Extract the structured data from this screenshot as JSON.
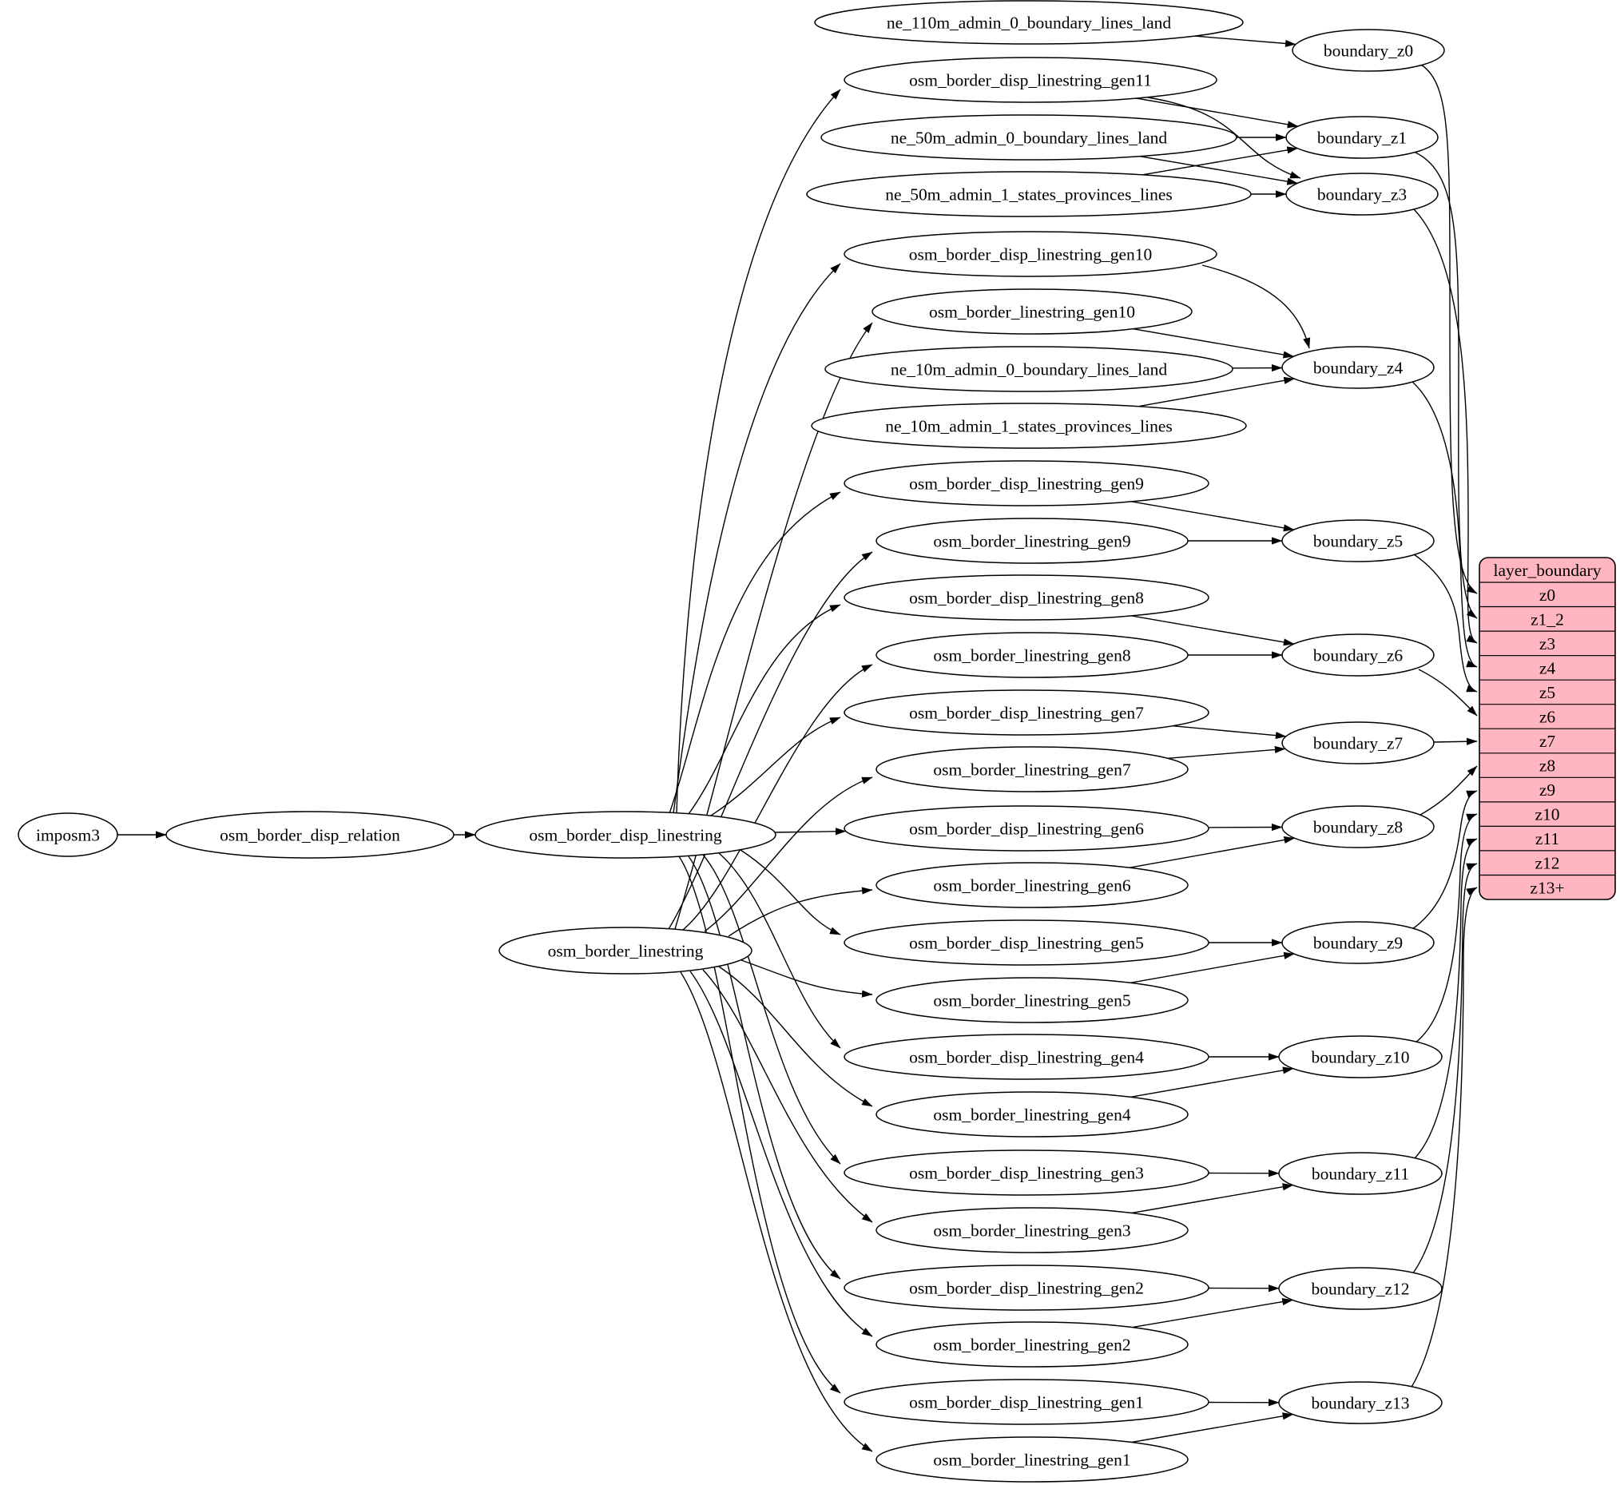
{
  "diagram": {
    "type": "dependency-graph",
    "background": "#ffffff",
    "edge_color": "#000000",
    "node_fill": "#ffffff",
    "node_stroke": "#000000",
    "nodes": [
      {
        "id": "imposm3",
        "label": "imposm3"
      },
      {
        "id": "osm_border_disp_relation",
        "label": "osm_border_disp_relation"
      },
      {
        "id": "osm_border_disp_linestring",
        "label": "osm_border_disp_linestring"
      },
      {
        "id": "osm_border_linestring",
        "label": "osm_border_linestring"
      },
      {
        "id": "ne_110m_admin_0_boundary_lines_land",
        "label": "ne_110m_admin_0_boundary_lines_land"
      },
      {
        "id": "osm_border_disp_linestring_gen11",
        "label": "osm_border_disp_linestring_gen11"
      },
      {
        "id": "ne_50m_admin_0_boundary_lines_land",
        "label": "ne_50m_admin_0_boundary_lines_land"
      },
      {
        "id": "ne_50m_admin_1_states_provinces_lines",
        "label": "ne_50m_admin_1_states_provinces_lines"
      },
      {
        "id": "osm_border_disp_linestring_gen10",
        "label": "osm_border_disp_linestring_gen10"
      },
      {
        "id": "osm_border_linestring_gen10",
        "label": "osm_border_linestring_gen10"
      },
      {
        "id": "ne_10m_admin_0_boundary_lines_land",
        "label": "ne_10m_admin_0_boundary_lines_land"
      },
      {
        "id": "ne_10m_admin_1_states_provinces_lines",
        "label": "ne_10m_admin_1_states_provinces_lines"
      },
      {
        "id": "osm_border_disp_linestring_gen9",
        "label": "osm_border_disp_linestring_gen9"
      },
      {
        "id": "osm_border_linestring_gen9",
        "label": "osm_border_linestring_gen9"
      },
      {
        "id": "osm_border_disp_linestring_gen8",
        "label": "osm_border_disp_linestring_gen8"
      },
      {
        "id": "osm_border_linestring_gen8",
        "label": "osm_border_linestring_gen8"
      },
      {
        "id": "osm_border_disp_linestring_gen7",
        "label": "osm_border_disp_linestring_gen7"
      },
      {
        "id": "osm_border_linestring_gen7",
        "label": "osm_border_linestring_gen7"
      },
      {
        "id": "osm_border_disp_linestring_gen6",
        "label": "osm_border_disp_linestring_gen6"
      },
      {
        "id": "osm_border_linestring_gen6",
        "label": "osm_border_linestring_gen6"
      },
      {
        "id": "osm_border_disp_linestring_gen5",
        "label": "osm_border_disp_linestring_gen5"
      },
      {
        "id": "osm_border_linestring_gen5",
        "label": "osm_border_linestring_gen5"
      },
      {
        "id": "osm_border_disp_linestring_gen4",
        "label": "osm_border_disp_linestring_gen4"
      },
      {
        "id": "osm_border_linestring_gen4",
        "label": "osm_border_linestring_gen4"
      },
      {
        "id": "osm_border_disp_linestring_gen3",
        "label": "osm_border_disp_linestring_gen3"
      },
      {
        "id": "osm_border_linestring_gen3",
        "label": "osm_border_linestring_gen3"
      },
      {
        "id": "osm_border_disp_linestring_gen2",
        "label": "osm_border_disp_linestring_gen2"
      },
      {
        "id": "osm_border_linestring_gen2",
        "label": "osm_border_linestring_gen2"
      },
      {
        "id": "osm_border_disp_linestring_gen1",
        "label": "osm_border_disp_linestring_gen1"
      },
      {
        "id": "osm_border_linestring_gen1",
        "label": "osm_border_linestring_gen1"
      },
      {
        "id": "boundary_z0",
        "label": "boundary_z0"
      },
      {
        "id": "boundary_z1",
        "label": "boundary_z1"
      },
      {
        "id": "boundary_z3",
        "label": "boundary_z3"
      },
      {
        "id": "boundary_z4",
        "label": "boundary_z4"
      },
      {
        "id": "boundary_z5",
        "label": "boundary_z5"
      },
      {
        "id": "boundary_z6",
        "label": "boundary_z6"
      },
      {
        "id": "boundary_z7",
        "label": "boundary_z7"
      },
      {
        "id": "boundary_z8",
        "label": "boundary_z8"
      },
      {
        "id": "boundary_z9",
        "label": "boundary_z9"
      },
      {
        "id": "boundary_z10",
        "label": "boundary_z10"
      },
      {
        "id": "boundary_z11",
        "label": "boundary_z11"
      },
      {
        "id": "boundary_z12",
        "label": "boundary_z12"
      },
      {
        "id": "boundary_z13",
        "label": "boundary_z13"
      }
    ],
    "table": {
      "id": "layer_boundary",
      "title": "layer_boundary",
      "fill": "#ffb6c1",
      "stroke": "#000000",
      "rows": [
        "z0",
        "z1_2",
        "z3",
        "z4",
        "z5",
        "z6",
        "z7",
        "z8",
        "z9",
        "z10",
        "z11",
        "z12",
        "z13+"
      ]
    },
    "edges": [
      {
        "from": "imposm3",
        "to": "osm_border_disp_relation"
      },
      {
        "from": "osm_border_disp_relation",
        "to": "osm_border_disp_linestring"
      },
      {
        "from": "osm_border_disp_linestring",
        "to": "osm_border_disp_linestring_gen11"
      },
      {
        "from": "osm_border_disp_linestring",
        "to": "osm_border_disp_linestring_gen10"
      },
      {
        "from": "osm_border_disp_linestring",
        "to": "osm_border_disp_linestring_gen9"
      },
      {
        "from": "osm_border_disp_linestring",
        "to": "osm_border_disp_linestring_gen8"
      },
      {
        "from": "osm_border_disp_linestring",
        "to": "osm_border_disp_linestring_gen7"
      },
      {
        "from": "osm_border_disp_linestring",
        "to": "osm_border_disp_linestring_gen6"
      },
      {
        "from": "osm_border_disp_linestring",
        "to": "osm_border_disp_linestring_gen5"
      },
      {
        "from": "osm_border_disp_linestring",
        "to": "osm_border_disp_linestring_gen4"
      },
      {
        "from": "osm_border_disp_linestring",
        "to": "osm_border_disp_linestring_gen3"
      },
      {
        "from": "osm_border_disp_linestring",
        "to": "osm_border_disp_linestring_gen2"
      },
      {
        "from": "osm_border_disp_linestring",
        "to": "osm_border_disp_linestring_gen1"
      },
      {
        "from": "osm_border_linestring",
        "to": "osm_border_linestring_gen10"
      },
      {
        "from": "osm_border_linestring",
        "to": "osm_border_linestring_gen9"
      },
      {
        "from": "osm_border_linestring",
        "to": "osm_border_linestring_gen8"
      },
      {
        "from": "osm_border_linestring",
        "to": "osm_border_linestring_gen7"
      },
      {
        "from": "osm_border_linestring",
        "to": "osm_border_linestring_gen6"
      },
      {
        "from": "osm_border_linestring",
        "to": "osm_border_linestring_gen5"
      },
      {
        "from": "osm_border_linestring",
        "to": "osm_border_linestring_gen4"
      },
      {
        "from": "osm_border_linestring",
        "to": "osm_border_linestring_gen3"
      },
      {
        "from": "osm_border_linestring",
        "to": "osm_border_linestring_gen2"
      },
      {
        "from": "osm_border_linestring",
        "to": "osm_border_linestring_gen1"
      },
      {
        "from": "ne_110m_admin_0_boundary_lines_land",
        "to": "boundary_z0"
      },
      {
        "from": "osm_border_disp_linestring_gen11",
        "to": "boundary_z1"
      },
      {
        "from": "osm_border_disp_linestring_gen11",
        "to": "boundary_z3"
      },
      {
        "from": "ne_50m_admin_0_boundary_lines_land",
        "to": "boundary_z1"
      },
      {
        "from": "ne_50m_admin_0_boundary_lines_land",
        "to": "boundary_z3"
      },
      {
        "from": "ne_50m_admin_1_states_provinces_lines",
        "to": "boundary_z1"
      },
      {
        "from": "ne_50m_admin_1_states_provinces_lines",
        "to": "boundary_z3"
      },
      {
        "from": "osm_border_disp_linestring_gen10",
        "to": "boundary_z4"
      },
      {
        "from": "osm_border_linestring_gen10",
        "to": "boundary_z4"
      },
      {
        "from": "ne_10m_admin_0_boundary_lines_land",
        "to": "boundary_z4"
      },
      {
        "from": "ne_10m_admin_1_states_provinces_lines",
        "to": "boundary_z4"
      },
      {
        "from": "osm_border_disp_linestring_gen9",
        "to": "boundary_z5"
      },
      {
        "from": "osm_border_linestring_gen9",
        "to": "boundary_z5"
      },
      {
        "from": "osm_border_disp_linestring_gen8",
        "to": "boundary_z6"
      },
      {
        "from": "osm_border_linestring_gen8",
        "to": "boundary_z6"
      },
      {
        "from": "osm_border_disp_linestring_gen7",
        "to": "boundary_z7"
      },
      {
        "from": "osm_border_linestring_gen7",
        "to": "boundary_z7"
      },
      {
        "from": "osm_border_disp_linestring_gen6",
        "to": "boundary_z8"
      },
      {
        "from": "osm_border_linestring_gen6",
        "to": "boundary_z8"
      },
      {
        "from": "osm_border_disp_linestring_gen5",
        "to": "boundary_z9"
      },
      {
        "from": "osm_border_linestring_gen5",
        "to": "boundary_z9"
      },
      {
        "from": "osm_border_disp_linestring_gen4",
        "to": "boundary_z10"
      },
      {
        "from": "osm_border_linestring_gen4",
        "to": "boundary_z10"
      },
      {
        "from": "osm_border_disp_linestring_gen3",
        "to": "boundary_z11"
      },
      {
        "from": "osm_border_linestring_gen3",
        "to": "boundary_z11"
      },
      {
        "from": "osm_border_disp_linestring_gen2",
        "to": "boundary_z12"
      },
      {
        "from": "osm_border_linestring_gen2",
        "to": "boundary_z12"
      },
      {
        "from": "osm_border_disp_linestring_gen1",
        "to": "boundary_z13"
      },
      {
        "from": "osm_border_linestring_gen1",
        "to": "boundary_z13"
      },
      {
        "from": "boundary_z0",
        "to": "layer_boundary:z0"
      },
      {
        "from": "boundary_z1",
        "to": "layer_boundary:z1_2"
      },
      {
        "from": "boundary_z3",
        "to": "layer_boundary:z3"
      },
      {
        "from": "boundary_z4",
        "to": "layer_boundary:z4"
      },
      {
        "from": "boundary_z5",
        "to": "layer_boundary:z5"
      },
      {
        "from": "boundary_z6",
        "to": "layer_boundary:z6"
      },
      {
        "from": "boundary_z7",
        "to": "layer_boundary:z7"
      },
      {
        "from": "boundary_z8",
        "to": "layer_boundary:z8"
      },
      {
        "from": "boundary_z9",
        "to": "layer_boundary:z9"
      },
      {
        "from": "boundary_z10",
        "to": "layer_boundary:z10"
      },
      {
        "from": "boundary_z11",
        "to": "layer_boundary:z11"
      },
      {
        "from": "boundary_z12",
        "to": "layer_boundary:z12"
      },
      {
        "from": "boundary_z13",
        "to": "layer_boundary:z13+"
      }
    ]
  }
}
